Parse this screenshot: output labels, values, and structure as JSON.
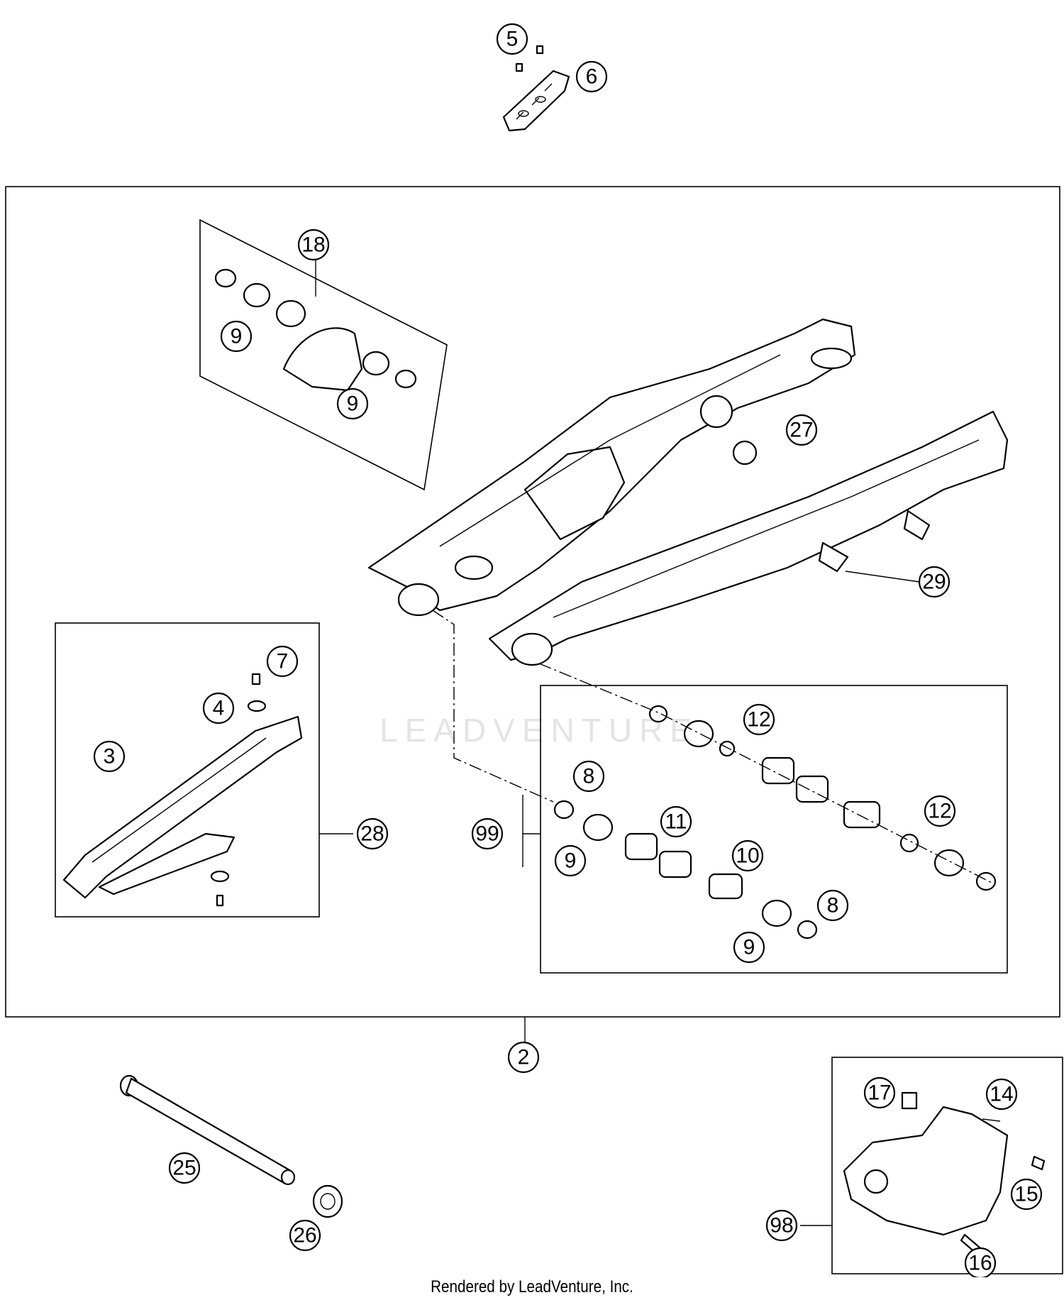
{
  "watermark": "LEADVENTURE",
  "footer": "Rendered by LeadVenture, Inc.",
  "callouts": {
    "c5": "5",
    "c6": "6",
    "c18": "18",
    "c9a": "9",
    "c9b": "9",
    "c27": "27",
    "c29": "29",
    "c7": "7",
    "c4": "4",
    "c3": "3",
    "c28": "28",
    "c12a": "12",
    "c8a": "8",
    "c99": "99",
    "c11": "11",
    "c12b": "12",
    "c9c": "9",
    "c10": "10",
    "c8b": "8",
    "c9d": "9",
    "c2": "2",
    "c17": "17",
    "c14": "14",
    "c25": "25",
    "c15": "15",
    "c26": "26",
    "c98": "98",
    "c16": "16"
  }
}
